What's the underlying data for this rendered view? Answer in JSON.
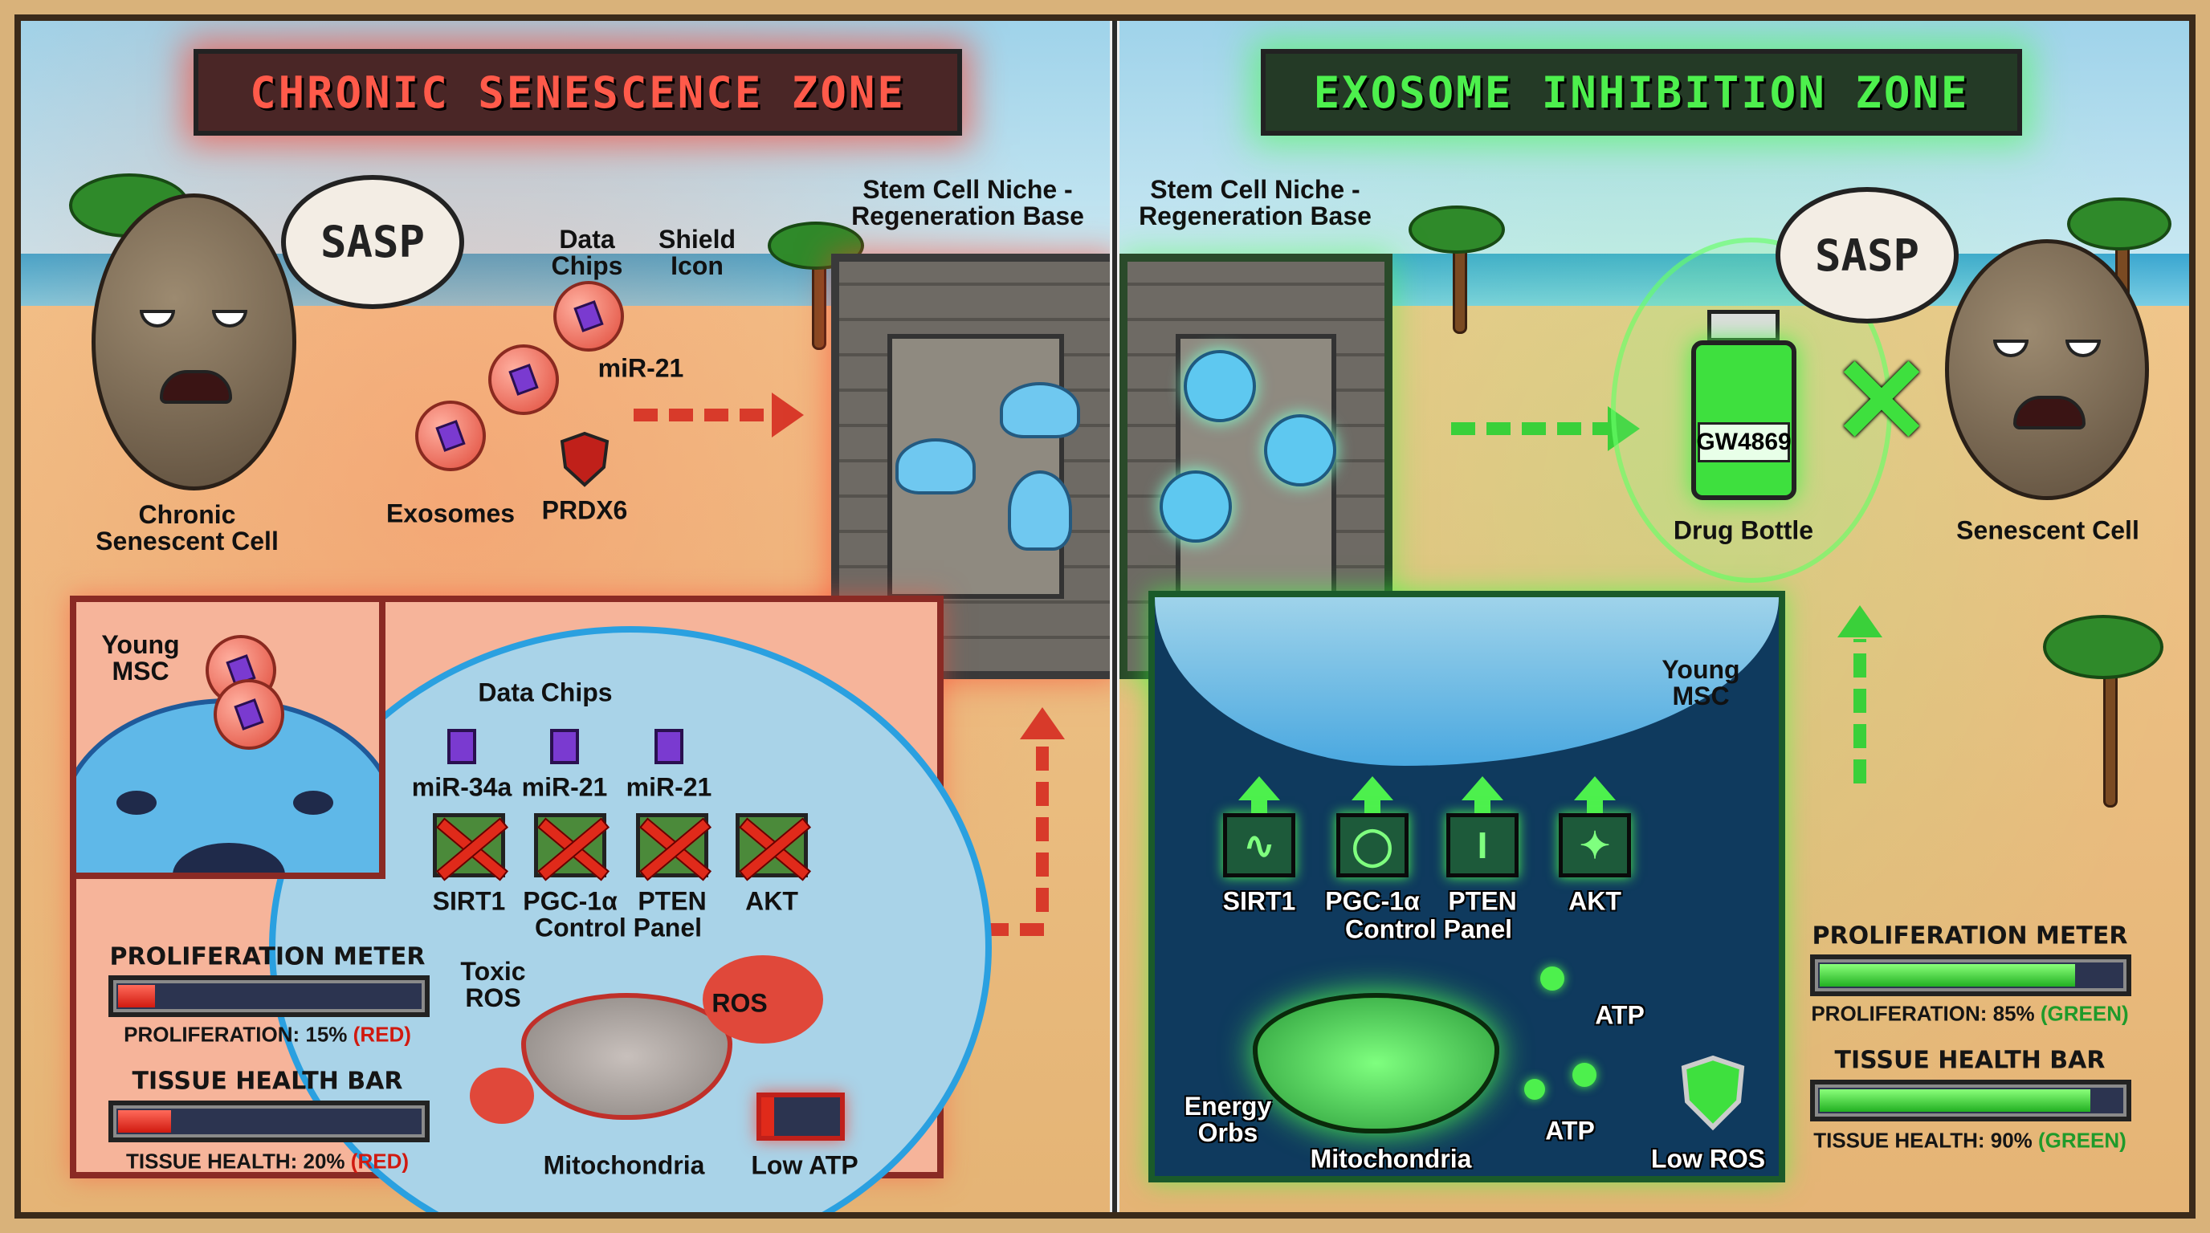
{
  "left_zone": {
    "title": "CHRONIC SENESCENCE ZONE",
    "accent": "#ff5a4a",
    "senescent_cell_label": "Chronic\nSenescent Cell",
    "sasp_bubble": "SASP",
    "data_chips_label": "Data\nChips",
    "shield_icon_label": "Shield\nIcon",
    "mir21_label": "miR-21",
    "exosomes_label": "Exosomes",
    "prdx6_label": "PRDX6",
    "niche_label": "Stem Cell Niche -\nRegeneration Base",
    "panel": {
      "young_msc_label": "Young\nMSC",
      "data_chips_header": "Data Chips",
      "chips": [
        "miR-34a",
        "miR-21",
        "miR-21"
      ],
      "control_panel": {
        "items": [
          "SIRT1",
          "PGC-1α",
          "PTEN",
          "AKT"
        ],
        "label": "Control Panel",
        "state": "blocked"
      },
      "toxic_ros_label": "Toxic\nROS",
      "ros_label": "ROS",
      "mitochondria_label": "Mitochondria",
      "low_atp_label": "Low ATP"
    },
    "proliferation_meter": {
      "title": "PROLIFERATION METER",
      "value": 15,
      "text": "PROLIFERATION: 15%",
      "color_word": "(RED)"
    },
    "tissue_health_bar": {
      "title": "TISSUE HEALTH BAR",
      "value": 20,
      "text": "TISSUE HEALTH: 20%",
      "color_word": "(RED)"
    }
  },
  "right_zone": {
    "title": "EXOSOME INHIBITION ZONE",
    "accent": "#4df04d",
    "niche_label": "Stem Cell Niche -\nRegeneration Base",
    "drug_bottle_text": "GW4869",
    "drug_bottle_label": "Drug Bottle",
    "sasp_bubble": "SASP",
    "senescent_cell_label": "Senescent Cell",
    "panel": {
      "young_msc_label": "Young\nMSC",
      "control_panel": {
        "items": [
          "SIRT1",
          "PGC-1α",
          "PTEN",
          "AKT"
        ],
        "label": "Control Panel",
        "state": "active"
      },
      "energy_orbs_label": "Energy\nOrbs",
      "mitochondria_label": "Mitochondria",
      "atp_labels": [
        "ATP",
        "ATP"
      ],
      "low_ros_label": "Low ROS"
    },
    "proliferation_meter": {
      "title": "PROLIFERATION METER",
      "value": 85,
      "text": "PROLIFERATION: 85%",
      "color_word": "(GREEN)"
    },
    "tissue_health_bar": {
      "title": "TISSUE HEALTH BAR",
      "value": 90,
      "text": "TISSUE HEALTH: 90%",
      "color_word": "(GREEN)"
    }
  }
}
